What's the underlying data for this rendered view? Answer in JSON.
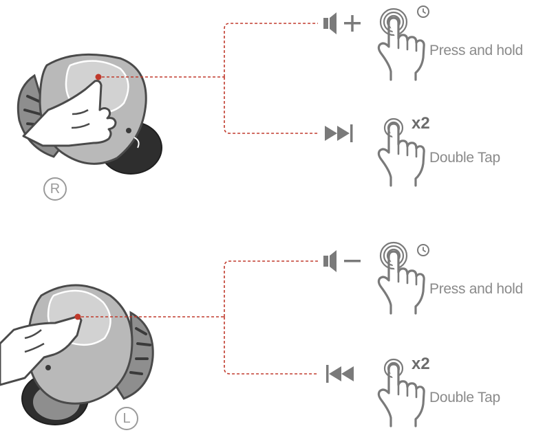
{
  "colors": {
    "accent_dot": "#c0392b",
    "connector": "#c0392b",
    "icon_gray": "#7a7a7a",
    "earbud_light": "#b9b9b9",
    "earbud_dark": "#4a4a4a"
  },
  "sections": [
    {
      "side_label": "R",
      "actions": [
        {
          "icon": "volume-up-icon",
          "gesture": "press-hold-gesture-icon",
          "label": "Press and hold",
          "modifier": "clock-icon"
        },
        {
          "icon": "next-track-icon",
          "gesture": "double-tap-gesture-icon",
          "label": "Double Tap",
          "modifier": "x2"
        }
      ]
    },
    {
      "side_label": "L",
      "actions": [
        {
          "icon": "volume-down-icon",
          "gesture": "press-hold-gesture-icon",
          "label": "Press and hold",
          "modifier": "clock-icon"
        },
        {
          "icon": "previous-track-icon",
          "gesture": "double-tap-gesture-icon",
          "label": "Double Tap",
          "modifier": "x2"
        }
      ]
    }
  ]
}
